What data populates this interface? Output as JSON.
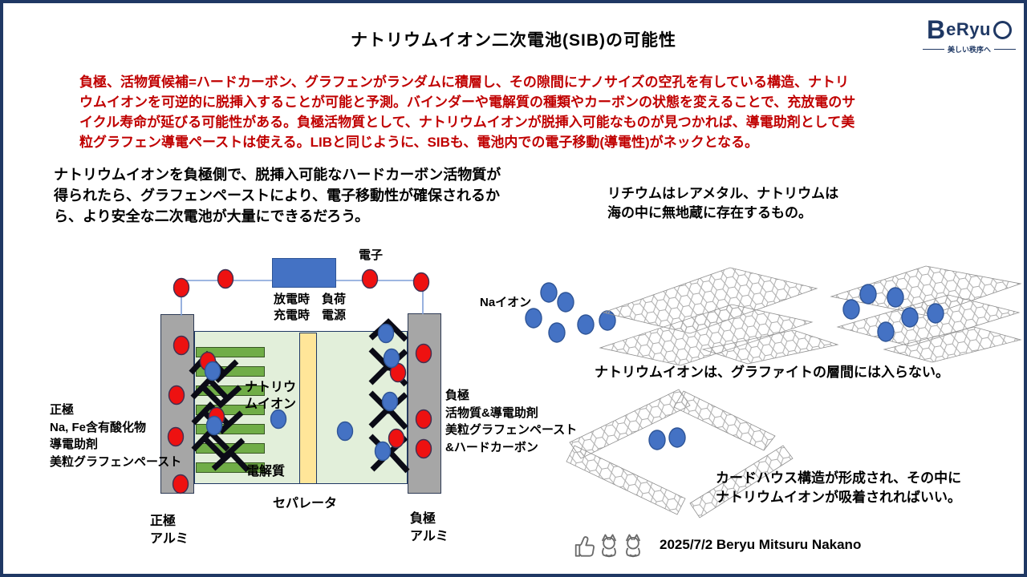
{
  "slide": {
    "title": "ナトリウムイオン二次電池(SIB)の可能性"
  },
  "logo": {
    "brand_head": "B",
    "brand_rest": "eRyu",
    "tagline": "美しい秩序へ"
  },
  "intro": {
    "text": "負極、活物質候補=ハードカーボン、グラフェンがランダムに積層し、その隙間にナノサイズの空孔を有している構造、ナトリ\nウムイオンを可逆的に脱挿入することが可能と予測。バインダーや電解質の種類やカーボンの状態を変えることで、充放電のサ\nイクル寿命が延びる可能性がある。負極活物質として、ナトリウムイオンが脱挿入可能なものが見つかれば、導電助剤として美\n粒グラフェン導電ペーストは使える。LIBと同じように、SIBも、電池内での電子移動(導電性)がネックとなる。"
  },
  "notes": {
    "left": "ナトリウムイオンを負極側で、脱挿入可能なハードカーボン活物質が\n得られたら、グラフェンペーストにより、電子移動性が確保されるか\nら、より安全な二次電池が大量にできるだろう。",
    "right": "リチウムはレアメタル、ナトリウムは\n海の中に無地蔵に存在するもの。"
  },
  "battery": {
    "labels": {
      "electron": "電子",
      "load": "放電時　負荷\n充電時　電源",
      "sodium_ion": "ナトリウ\nムイオン",
      "electrolyte": "電解質",
      "separator": "セパレータ",
      "cathode_materials": "正極\nNa, Fe含有酸化物\n導電助剤\n美粒グラフェンペースト",
      "anode_materials": "負極\n活物質&導電助剤\n美粒グラフェンペースト\n&ハードカーボン",
      "cathode_foil": "正極\nアルミ",
      "anode_foil": "負極\nアルミ"
    }
  },
  "graphite": {
    "na_label": "Naイオン",
    "caption_top": "ナトリウムイオンは、グラファイトの層間には入らない。",
    "caption_bottom": "カードハウス構造が形成され、その中に\nナトリウムイオンが吸着されればいい。"
  },
  "footer": {
    "credit": "2025/7/2 Beryu Mitsuru Nakano",
    "icons": [
      "thumbs-up-icon",
      "maneki-neko-icon",
      "maneki-neko-icon"
    ]
  },
  "colors": {
    "navy": "#1f3864",
    "red_text": "#c00000",
    "ion_blue": "#4472c4",
    "electron_red": "#ee1111",
    "gray_electrode": "#a6a6a6",
    "electrolyte_green": "#e2efda",
    "separator_yellow": "#ffe699",
    "bar_green": "#70ad47",
    "mesh_gray": "#ababab",
    "wire_blue": "#7f9ed7",
    "icon_gray": "#6a6a6a"
  }
}
